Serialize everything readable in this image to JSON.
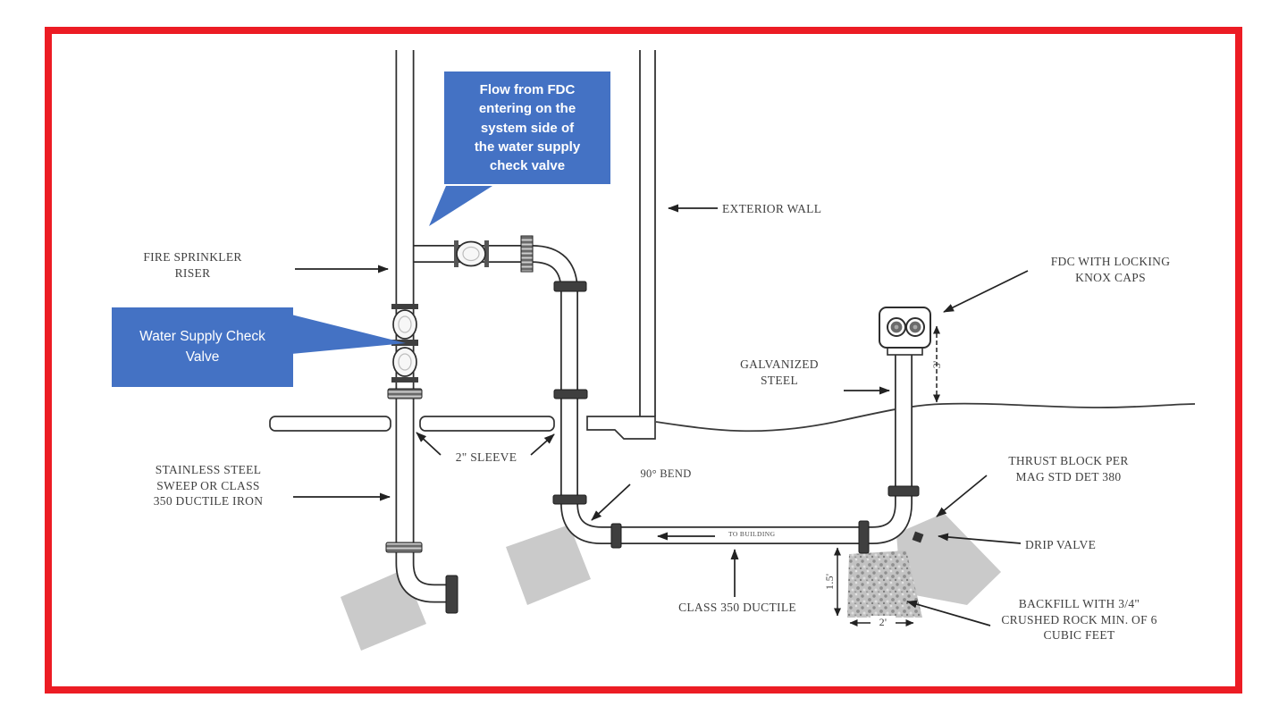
{
  "frame": {
    "border_color": "#ec1c24"
  },
  "callouts": {
    "flow_fdc": "Flow from FDC\nentering on the\nsystem side of\nthe water supply\ncheck valve",
    "water_supply_check_valve": "Water Supply Check\nValve",
    "bg_color": "#4472c4",
    "text_color": "#ffffff"
  },
  "labels": {
    "fire_sprinkler_riser": "FIRE SPRINKLER\nRISER",
    "exterior_wall": "EXTERIOR WALL",
    "fdc_knox": "FDC WITH LOCKING\nKNOX CAPS",
    "galvanized_steel": "GALVANIZED\nSTEEL",
    "stainless_sweep": "STAINLESS STEEL\nSWEEP OR CLASS\n350 DUCTILE IRON",
    "sleeve": "2\" SLEEVE",
    "bend": "90° BEND",
    "class_350": "CLASS 350 DUCTILE",
    "thrust_block": "THRUST BLOCK PER\nMAG STD DET 380",
    "drip_valve": "DRIP VALVE",
    "backfill": "BACKFILL WITH 3/4\"\nCRUSHED ROCK MIN. OF 6\nCUBIC FEET",
    "to_building": "TO BUILDING"
  },
  "dimensions": {
    "fdc_height": "3'",
    "rock_depth": "1.5'",
    "rock_width": "2'"
  }
}
